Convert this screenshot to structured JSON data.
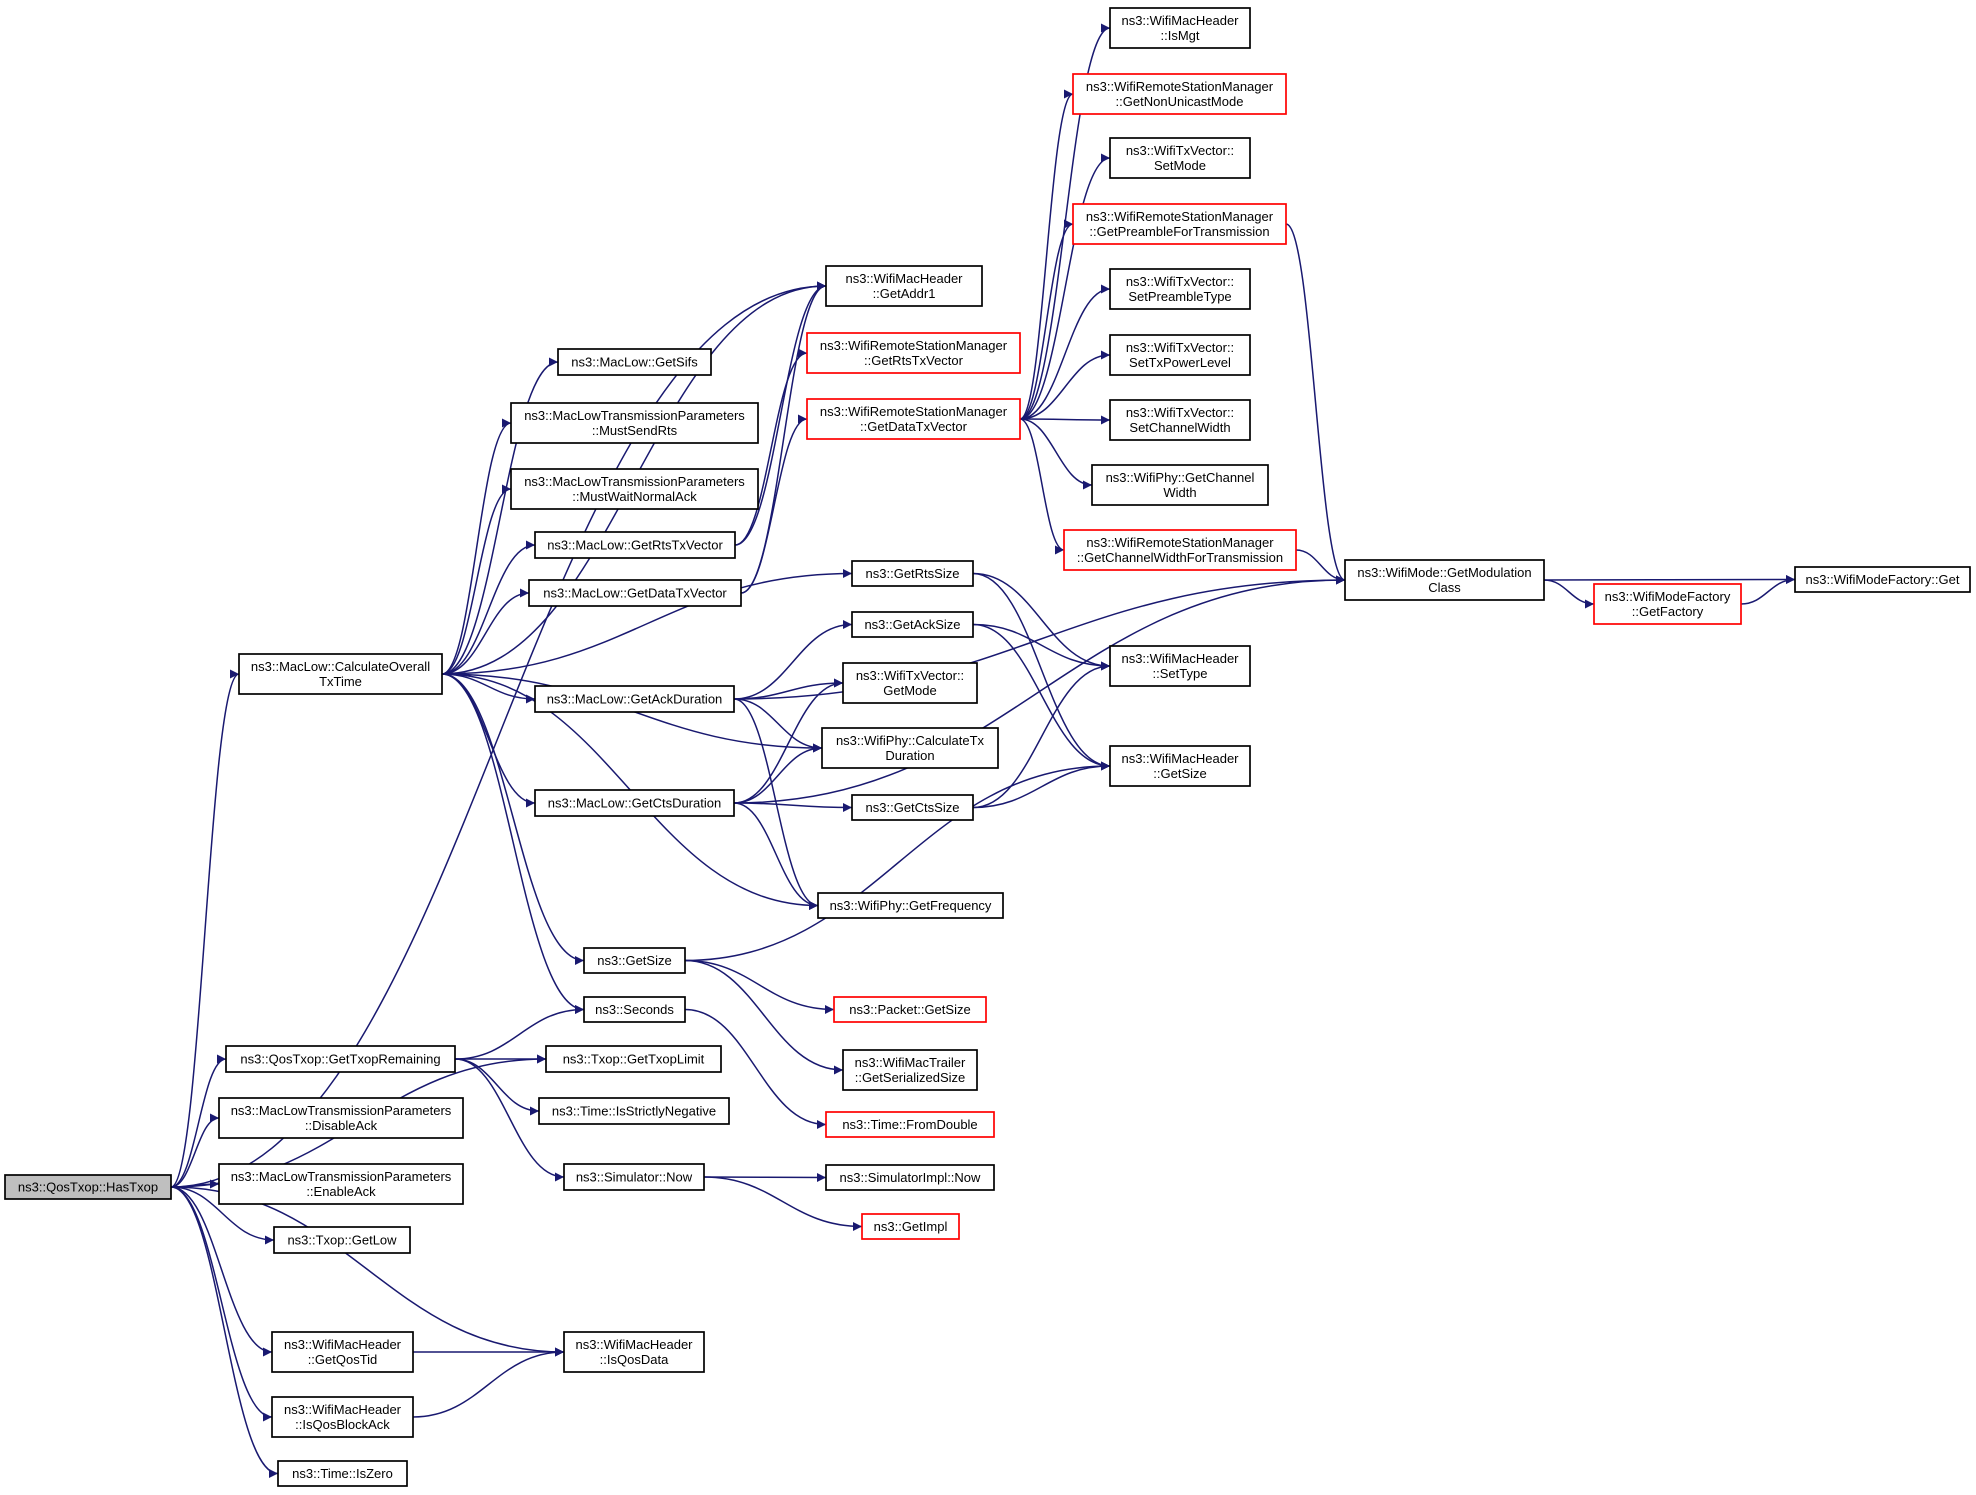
{
  "colors": {
    "edge": "#191970",
    "node_border": "#000000",
    "node_border_truncated": "#ff0000",
    "root_fill": "#bfbfbf",
    "node_fill": "#ffffff"
  },
  "nodes": [
    {
      "id": "hastxop",
      "label": [
        "ns3::QosTxop::HasTxop"
      ],
      "root": true
    },
    {
      "id": "calcovr",
      "label": [
        "ns3::MacLow::CalculateOverall",
        "TxTime"
      ]
    },
    {
      "id": "gettxoprem",
      "label": [
        "ns3::QosTxop::GetTxopRemaining"
      ]
    },
    {
      "id": "disableack",
      "label": [
        "ns3::MacLowTransmissionParameters",
        "::DisableAck"
      ]
    },
    {
      "id": "enableack",
      "label": [
        "ns3::MacLowTransmissionParameters",
        "::EnableAck"
      ]
    },
    {
      "id": "txopgetlow",
      "label": [
        "ns3::Txop::GetLow"
      ]
    },
    {
      "id": "getqostid",
      "label": [
        "ns3::WifiMacHeader",
        "::GetQosTid"
      ]
    },
    {
      "id": "isqosblockack",
      "label": [
        "ns3::WifiMacHeader",
        "::IsQosBlockAck"
      ]
    },
    {
      "id": "timeiszero",
      "label": [
        "ns3::Time::IsZero"
      ]
    },
    {
      "id": "isqosdata",
      "label": [
        "ns3::WifiMacHeader",
        "::IsQosData"
      ]
    },
    {
      "id": "getsifs",
      "label": [
        "ns3::MacLow::GetSifs"
      ]
    },
    {
      "id": "mustsendrts",
      "label": [
        "ns3::MacLowTransmissionParameters",
        "::MustSendRts"
      ]
    },
    {
      "id": "mustwaitnormalack",
      "label": [
        "ns3::MacLowTransmissionParameters",
        "::MustWaitNormalAck"
      ]
    },
    {
      "id": "maclowgetrtstx",
      "label": [
        "ns3::MacLow::GetRtsTxVector"
      ]
    },
    {
      "id": "maclowgetdatatx",
      "label": [
        "ns3::MacLow::GetDataTxVector"
      ]
    },
    {
      "id": "getackdur",
      "label": [
        "ns3::MacLow::GetAckDuration"
      ]
    },
    {
      "id": "getctsdur",
      "label": [
        "ns3::MacLow::GetCtsDuration"
      ]
    },
    {
      "id": "getsize",
      "label": [
        "ns3::GetSize"
      ]
    },
    {
      "id": "seconds",
      "label": [
        "ns3::Seconds"
      ]
    },
    {
      "id": "gettxoplimit",
      "label": [
        "ns3::Txop::GetTxopLimit"
      ]
    },
    {
      "id": "isstrictlyneg",
      "label": [
        "ns3::Time::IsStrictlyNegative"
      ]
    },
    {
      "id": "simnow",
      "label": [
        "ns3::Simulator::Now"
      ]
    },
    {
      "id": "getaddr1",
      "label": [
        "ns3::WifiMacHeader",
        "::GetAddr1"
      ]
    },
    {
      "id": "wrsmgetrtstx",
      "label": [
        "ns3::WifiRemoteStationManager",
        "::GetRtsTxVector"
      ],
      "truncated": true
    },
    {
      "id": "wrsmgetdatatx",
      "label": [
        "ns3::WifiRemoteStationManager",
        "::GetDataTxVector"
      ],
      "truncated": true
    },
    {
      "id": "getrtssize",
      "label": [
        "ns3::GetRtsSize"
      ]
    },
    {
      "id": "getacksize",
      "label": [
        "ns3::GetAckSize"
      ]
    },
    {
      "id": "txvecgetmode",
      "label": [
        "ns3::WifiTxVector::",
        "GetMode"
      ]
    },
    {
      "id": "calctxdur",
      "label": [
        "ns3::WifiPhy::CalculateTx",
        "Duration"
      ]
    },
    {
      "id": "getctssize",
      "label": [
        "ns3::GetCtsSize"
      ]
    },
    {
      "id": "getfrequency",
      "label": [
        "ns3::WifiPhy::GetFrequency"
      ]
    },
    {
      "id": "packetgetsize",
      "label": [
        "ns3::Packet::GetSize"
      ],
      "truncated": true
    },
    {
      "id": "trailersize",
      "label": [
        "ns3::WifiMacTrailer",
        "::GetSerializedSize"
      ]
    },
    {
      "id": "fromdouble",
      "label": [
        "ns3::Time::FromDouble"
      ],
      "truncated": true
    },
    {
      "id": "simimplnow",
      "label": [
        "ns3::SimulatorImpl::Now"
      ]
    },
    {
      "id": "getimpl",
      "label": [
        "ns3::GetImpl"
      ],
      "truncated": true
    },
    {
      "id": "ismgt",
      "label": [
        "ns3::WifiMacHeader",
        "::IsMgt"
      ]
    },
    {
      "id": "getnonunicast",
      "label": [
        "ns3::WifiRemoteStationManager",
        "::GetNonUnicastMode"
      ],
      "truncated": true
    },
    {
      "id": "setmode",
      "label": [
        "ns3::WifiTxVector::",
        "SetMode"
      ]
    },
    {
      "id": "getpreamble",
      "label": [
        "ns3::WifiRemoteStationManager",
        "::GetPreambleForTransmission"
      ],
      "truncated": true
    },
    {
      "id": "setpreamble",
      "label": [
        "ns3::WifiTxVector::",
        "SetPreambleType"
      ]
    },
    {
      "id": "settxpower",
      "label": [
        "ns3::WifiTxVector::",
        "SetTxPowerLevel"
      ]
    },
    {
      "id": "setchanwidth",
      "label": [
        "ns3::WifiTxVector::",
        "SetChannelWidth"
      ]
    },
    {
      "id": "phygetchanwidth",
      "label": [
        "ns3::WifiPhy::GetChannel",
        "Width"
      ]
    },
    {
      "id": "getchanwidthtx",
      "label": [
        "ns3::WifiRemoteStationManager",
        "::GetChannelWidthForTransmission"
      ],
      "truncated": true
    },
    {
      "id": "settype",
      "label": [
        "ns3::WifiMacHeader",
        "::SetType"
      ]
    },
    {
      "id": "machdrgetsize",
      "label": [
        "ns3::WifiMacHeader",
        "::GetSize"
      ]
    },
    {
      "id": "getmodclass",
      "label": [
        "ns3::WifiMode::GetModulation",
        "Class"
      ]
    },
    {
      "id": "getfactory",
      "label": [
        "ns3::WifiModeFactory",
        "::GetFactory"
      ],
      "truncated": true
    },
    {
      "id": "factoryget",
      "label": [
        "ns3::WifiModeFactory::Get"
      ]
    }
  ],
  "edges": [
    [
      "hastxop",
      "getaddr1"
    ],
    [
      "hastxop",
      "calcovr"
    ],
    [
      "hastxop",
      "gettxoprem"
    ],
    [
      "hastxop",
      "gettxoplimit"
    ],
    [
      "hastxop",
      "disableack"
    ],
    [
      "hastxop",
      "enableack"
    ],
    [
      "hastxop",
      "txopgetlow"
    ],
    [
      "hastxop",
      "isqosdata"
    ],
    [
      "hastxop",
      "getqostid"
    ],
    [
      "hastxop",
      "isqosblockack"
    ],
    [
      "hastxop",
      "timeiszero"
    ],
    [
      "calcovr",
      "getaddr1"
    ],
    [
      "calcovr",
      "getsifs"
    ],
    [
      "calcovr",
      "mustsendrts"
    ],
    [
      "calcovr",
      "mustwaitnormalack"
    ],
    [
      "calcovr",
      "maclowgetrtstx"
    ],
    [
      "calcovr",
      "maclowgetdatatx"
    ],
    [
      "calcovr",
      "getrtssize"
    ],
    [
      "calcovr",
      "getackdur"
    ],
    [
      "calcovr",
      "calctxdur"
    ],
    [
      "calcovr",
      "getctsdur"
    ],
    [
      "calcovr",
      "getfrequency"
    ],
    [
      "calcovr",
      "getsize"
    ],
    [
      "calcovr",
      "seconds"
    ],
    [
      "maclowgetrtstx",
      "getaddr1"
    ],
    [
      "maclowgetrtstx",
      "wrsmgetrtstx"
    ],
    [
      "maclowgetdatatx",
      "getaddr1"
    ],
    [
      "maclowgetdatatx",
      "wrsmgetdatatx"
    ],
    [
      "getackdur",
      "getmodclass"
    ],
    [
      "getackdur",
      "getacksize"
    ],
    [
      "getackdur",
      "txvecgetmode"
    ],
    [
      "getackdur",
      "calctxdur"
    ],
    [
      "getackdur",
      "getfrequency"
    ],
    [
      "getctsdur",
      "txvecgetmode"
    ],
    [
      "getctsdur",
      "calctxdur"
    ],
    [
      "getctsdur",
      "getctssize"
    ],
    [
      "getctsdur",
      "getfrequency"
    ],
    [
      "getctsdur",
      "getmodclass"
    ],
    [
      "getsize",
      "machdrgetsize"
    ],
    [
      "getsize",
      "packetgetsize"
    ],
    [
      "getsize",
      "trailersize"
    ],
    [
      "seconds",
      "fromdouble"
    ],
    [
      "gettxoprem",
      "seconds"
    ],
    [
      "gettxoprem",
      "gettxoplimit"
    ],
    [
      "gettxoprem",
      "isstrictlyneg"
    ],
    [
      "gettxoprem",
      "simnow"
    ],
    [
      "simnow",
      "simimplnow"
    ],
    [
      "simnow",
      "getimpl"
    ],
    [
      "getqostid",
      "isqosdata"
    ],
    [
      "isqosblockack",
      "isqosdata"
    ],
    [
      "wrsmgetdatatx",
      "ismgt"
    ],
    [
      "wrsmgetdatatx",
      "getnonunicast"
    ],
    [
      "wrsmgetdatatx",
      "setmode"
    ],
    [
      "wrsmgetdatatx",
      "getpreamble"
    ],
    [
      "wrsmgetdatatx",
      "setpreamble"
    ],
    [
      "wrsmgetdatatx",
      "settxpower"
    ],
    [
      "wrsmgetdatatx",
      "setchanwidth"
    ],
    [
      "wrsmgetdatatx",
      "phygetchanwidth"
    ],
    [
      "wrsmgetdatatx",
      "getchanwidthtx"
    ],
    [
      "getrtssize",
      "settype"
    ],
    [
      "getrtssize",
      "machdrgetsize"
    ],
    [
      "getacksize",
      "settype"
    ],
    [
      "getacksize",
      "machdrgetsize"
    ],
    [
      "getctssize",
      "settype"
    ],
    [
      "getctssize",
      "machdrgetsize"
    ],
    [
      "getpreamble",
      "getmodclass"
    ],
    [
      "getchanwidthtx",
      "getmodclass"
    ],
    [
      "getmodclass",
      "factoryget"
    ],
    [
      "getmodclass",
      "getfactory"
    ],
    [
      "getfactory",
      "factoryget"
    ]
  ]
}
